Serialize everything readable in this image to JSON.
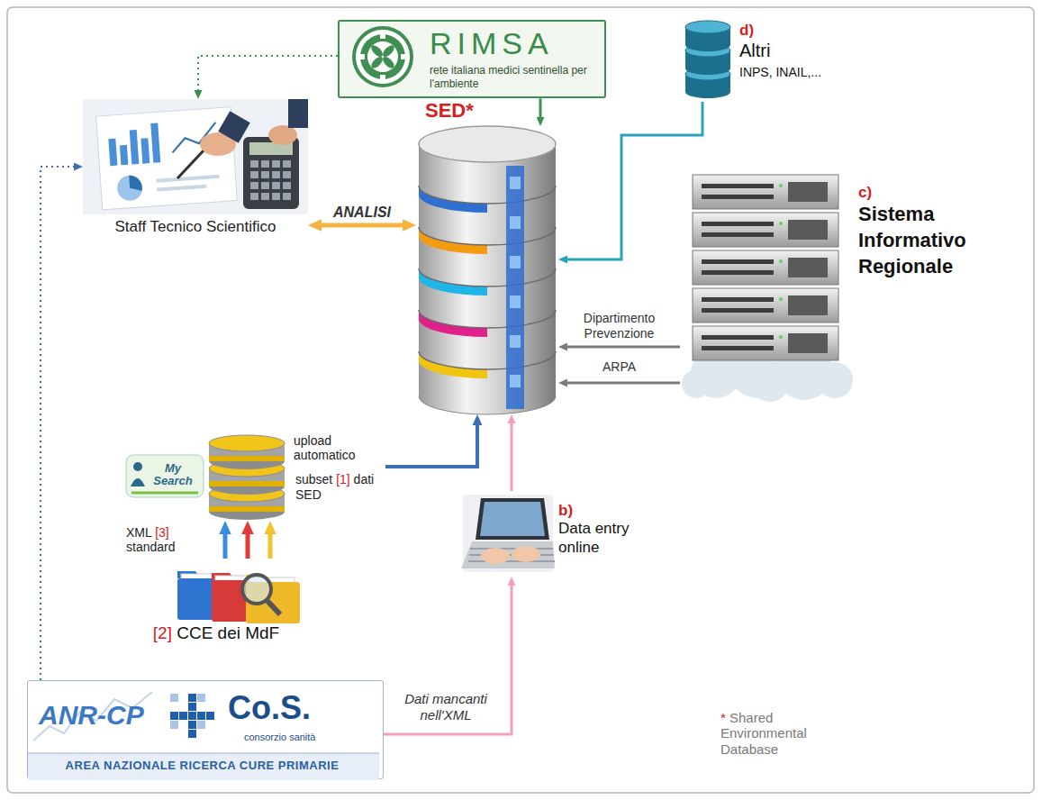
{
  "diagram": {
    "nodes": [
      {
        "text": [
          "RIMSA",
          "rete italiana medici sentinella per l'ambiente"
        ]
      },
      {
        "text": [
          "d)",
          "Altri",
          "INPS, INAIL,..."
        ]
      },
      {
        "text": [
          "Staff Tecnico Scientifico"
        ]
      },
      {
        "text": [
          "SED*"
        ]
      },
      {
        "text": [
          "c)",
          "Sistema Informativo Regionale"
        ]
      },
      {
        "text": [
          "subset [1] dati SED"
        ]
      },
      {
        "text": [
          "b)",
          "Data entry online"
        ]
      },
      {
        "text": [
          "[2] CCE dei MdF"
        ]
      },
      {
        "text": [
          "ANR-CP",
          "Co.S.",
          "consorzio sanità",
          "AREA NAZIONALE RICERCA CURE PRIMARIE"
        ]
      }
    ],
    "edges": [
      {
        "from": 0,
        "to": 3,
        "arrow": "to"
      },
      {
        "from": 0,
        "to": 2,
        "arrow": "to"
      },
      {
        "from": 1,
        "to": 3,
        "arrow": "to"
      },
      {
        "from": 4,
        "to": 3,
        "label": "Dipartimento Prevenzione",
        "arrow": "to"
      },
      {
        "from": 4,
        "to": 3,
        "label": "ARPA",
        "arrow": "to"
      },
      {
        "from": 2,
        "to": 3,
        "label": "ANALISI",
        "arrow": "both"
      },
      {
        "from": 5,
        "to": 3,
        "label": "upload automatico",
        "arrow": "to"
      },
      {
        "from": 7,
        "to": 5,
        "label": "XML [3] standard",
        "arrow": "to"
      },
      {
        "from": 7,
        "to": 5,
        "arrow": "to"
      },
      {
        "from": 7,
        "to": 5,
        "arrow": "to"
      },
      {
        "from": 8,
        "to": 6,
        "label": "Dati mancanti nell'XML",
        "arrow": "to"
      },
      {
        "from": 6,
        "to": 3,
        "arrow": "to"
      },
      {
        "from": 8,
        "to": 2,
        "arrow": "to"
      }
    ],
    "labels": [
      "My Search",
      "* Shared Environmental Database"
    ]
  }
}
